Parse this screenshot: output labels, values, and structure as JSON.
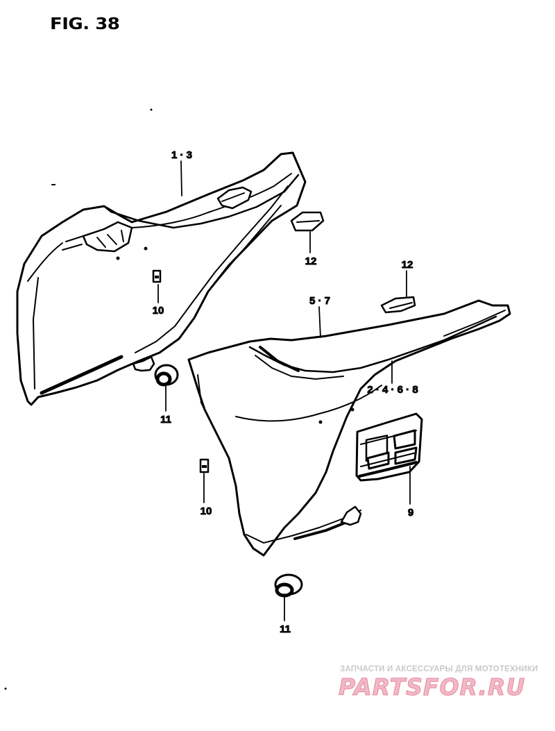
{
  "figure": {
    "title": "FIG. 38"
  },
  "callouts": {
    "part_1_3": "1 · 3",
    "part_12_upper": "12",
    "part_12_right": "12",
    "part_10_left": "10",
    "part_5_7": "5 · 7",
    "part_2_4_6_8": "2 · 4 · 6 · 8",
    "part_11_upper": "11",
    "part_10_lower": "10",
    "part_9": "9",
    "part_11_lower": "11"
  },
  "watermark": {
    "tagline": "ЗАПЧАСТИ И АКСЕССУАРЫ ДЛЯ МОТОТЕХНИКИ",
    "brand": "PARTSFOR.RU",
    "colors": {
      "tagline": "#c9c9c9",
      "brand_fill": "#f2b8c6",
      "brand_stroke": "#e48aa1"
    }
  }
}
